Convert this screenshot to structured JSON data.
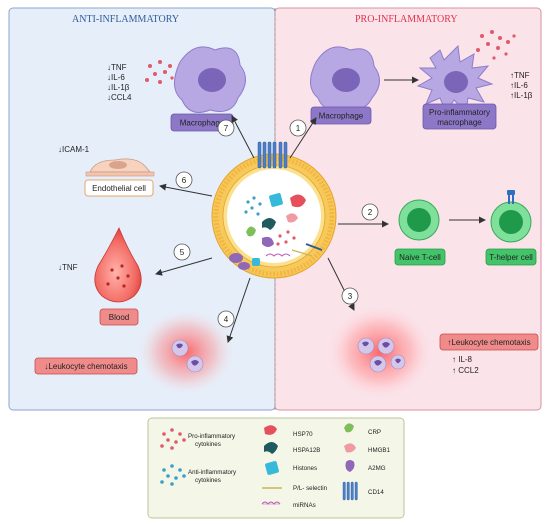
{
  "panels": {
    "left_title": "ANTI-INFLAMMATORY",
    "right_title": "PRO-INFLAMMATORY"
  },
  "left": {
    "cytokines_text": [
      "↓TNF",
      "↓IL-6",
      "↓IL-1β",
      "↓CCL4"
    ],
    "macrophage": "Macrophage",
    "icam": "↓ICAM-1",
    "endothelial": "Endothelial cell",
    "tnf": "↓TNF",
    "blood": "Blood",
    "leukocyte": "↓Leukocyte chemotaxis"
  },
  "right": {
    "macrophage": "Macrophage",
    "pro_macrophage_line1": "Pro-inflammatory",
    "pro_macrophage_line2": "macrophage",
    "cytokines_text": [
      "↑TNF",
      "↑IL-6",
      "↑IL-1β"
    ],
    "naive": "Naive T-cell",
    "thelper": "T-helper cell",
    "leukocyte": "↑Leukocyte chemotaxis",
    "il8": "↑  IL-8",
    "ccl2": "↑  CCL2"
  },
  "steps": [
    "1",
    "2",
    "3",
    "4",
    "5",
    "6",
    "7"
  ],
  "legend": {
    "pro_line1": "Pro-inflammatory",
    "pro_line2": "cytokines",
    "anti_line1": "Anti-inflammatory",
    "anti_line2": "cytokines",
    "hsp70": "HSP70",
    "hspa12b": "HSPA12B",
    "histones": "Histones",
    "selectin": "P/L- selectin",
    "mirnas": "miRNAs",
    "crp": "CRP",
    "hmgb1": "HMGB1",
    "a2mg": "A2MG",
    "cd14": "CD14"
  },
  "colors": {
    "left_bg": "#e6eef9",
    "right_bg": "#fbe3ea",
    "left_title": "#2f5d9e",
    "right_title": "#e0334a",
    "legend_bg": "#f4f6e8",
    "legend_border": "#b9c79a"
  }
}
